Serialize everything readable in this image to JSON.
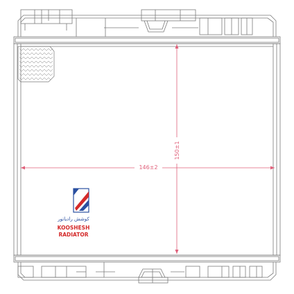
{
  "dimensions": {
    "width_label": "146±2",
    "height_label": "150±1"
  },
  "brand": {
    "name_fa": "کوشش رادیاتور",
    "line1": "KOOSHESH",
    "line2": "RADIATOR"
  },
  "colors": {
    "line": "#7a7a7a",
    "dimension": "#e0607a",
    "brand_red": "#d42a2a",
    "brand_blue": "#2a4fa0"
  }
}
